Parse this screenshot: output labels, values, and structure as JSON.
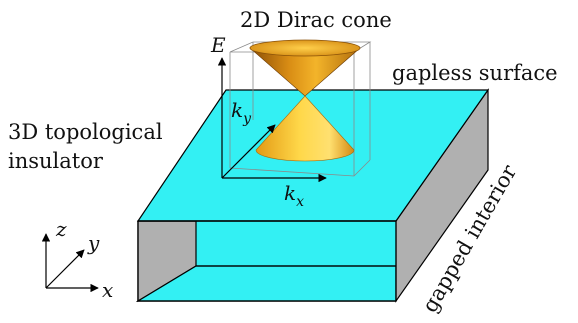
{
  "labels": {
    "cone_title": "2D Dirac cone",
    "surface": "gapless surface",
    "insulator_line1": "3D topological",
    "insulator_line2": "insulator",
    "interior": "gapped interior"
  },
  "axes": {
    "energy": "E",
    "ky_base": "k",
    "ky_sub": "y",
    "kx_base": "k",
    "kx_sub": "x",
    "x": "x",
    "y": "y",
    "z": "z"
  },
  "colors": {
    "surface": "#33f0f3",
    "side": "#b0b0b0",
    "cone_light": "#ffd54a",
    "cone_dark": "#b87010",
    "outline": "#000000"
  }
}
